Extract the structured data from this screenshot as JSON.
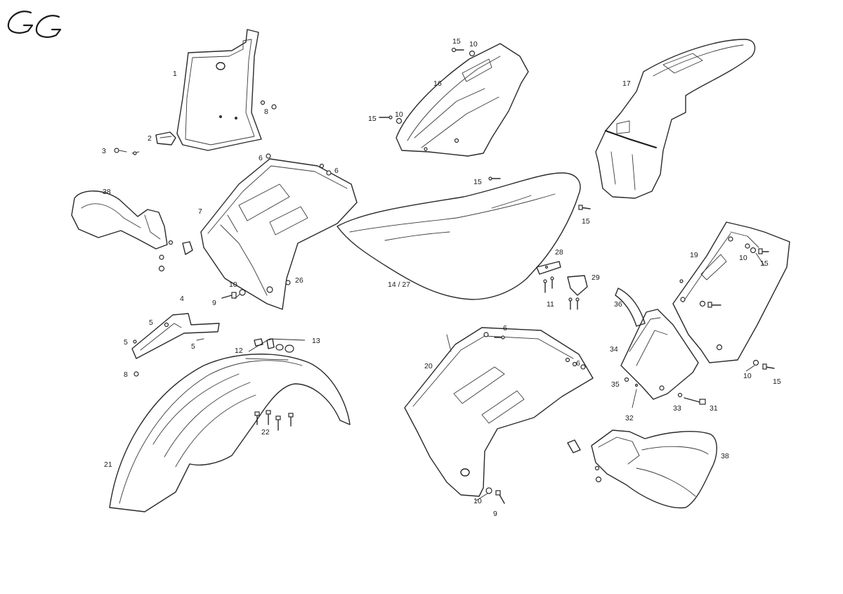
{
  "brand": {
    "logo_text": "GG"
  },
  "callouts": {
    "c1": "1",
    "c2": "2",
    "c3": "3",
    "c4": "4",
    "c5a": "5",
    "c5b": "5",
    "c5c": "5",
    "c6a": "6",
    "c6b": "6",
    "c6c": "6",
    "c6d": "6",
    "c7": "7",
    "c8a": "8",
    "c8b": "8",
    "c9a": "9",
    "c9b": "9",
    "c10a": "10",
    "c10b": "10",
    "c10c": "10",
    "c10d": "10",
    "c10e": "10",
    "c10f": "10",
    "c11": "11",
    "c12": "12",
    "c13": "13",
    "c1427": "14 / 27",
    "c15a": "15",
    "c15b": "15",
    "c15c": "15",
    "c15d": "15",
    "c15e": "15",
    "c15f": "15",
    "c16": "16",
    "c17": "17",
    "c19": "19",
    "c20": "20",
    "c21": "21",
    "c22": "22",
    "c26": "26",
    "c28": "28",
    "c29": "29",
    "c31": "31",
    "c32": "32",
    "c33": "33",
    "c34": "34",
    "c35": "35",
    "c36": "36",
    "c38a": "38",
    "c38b": "38"
  }
}
